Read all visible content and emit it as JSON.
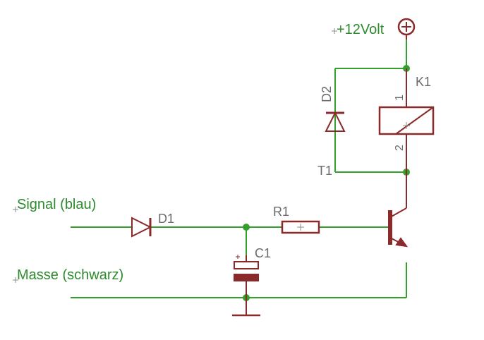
{
  "labels": {
    "supply": "+12Volt",
    "signal": "Signal (blau)",
    "ground": "Masse (schwarz)",
    "relay": "K1",
    "relay_pin1": "1",
    "relay_pin2": "2",
    "diode_d2": "D2",
    "transistor": "T1",
    "diode_d1": "D1",
    "resistor": "R1",
    "capacitor": "C1"
  },
  "colors": {
    "wire": "#33a02c",
    "component": "#8b2a2a",
    "net_label": "#2e8b2e",
    "part_label": "#6b6b6b"
  }
}
